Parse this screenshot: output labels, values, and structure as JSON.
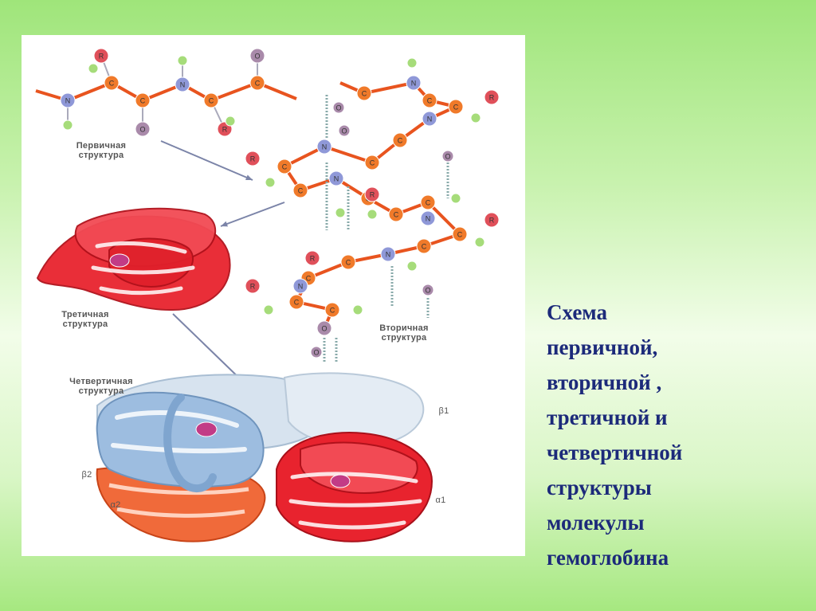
{
  "diagram": {
    "labels": {
      "primary": [
        "Первичная",
        "структура"
      ],
      "secondary": [
        "Вторичная",
        "структура"
      ],
      "tertiary": [
        "Третичная",
        "структура"
      ],
      "quaternary": [
        "Четвертичная",
        "структура"
      ],
      "beta1": "β1",
      "beta2": "β2",
      "alpha1": "α1",
      "alpha2": "α2"
    },
    "atoms": {
      "carbon": "C",
      "nitrogen": "N",
      "oxygen": "O",
      "hydrogen": "H",
      "radical": "R"
    },
    "colors": {
      "carbon": "#f07a2a",
      "nitrogen": "#8f98d8",
      "oxygen": "#a98aaa",
      "radical": "#e0505a",
      "hydrogen": "#a6dc7a",
      "red_chain": "#e8232e",
      "blue_chain": "#9dbde0",
      "orange_chain": "#f06a3a"
    }
  },
  "caption": {
    "lines": [
      "Схема",
      "первичной,",
      "вторичной ,",
      "третичной и",
      "четвертичной",
      "структуры",
      "молекулы",
      "гемоглобина"
    ]
  }
}
